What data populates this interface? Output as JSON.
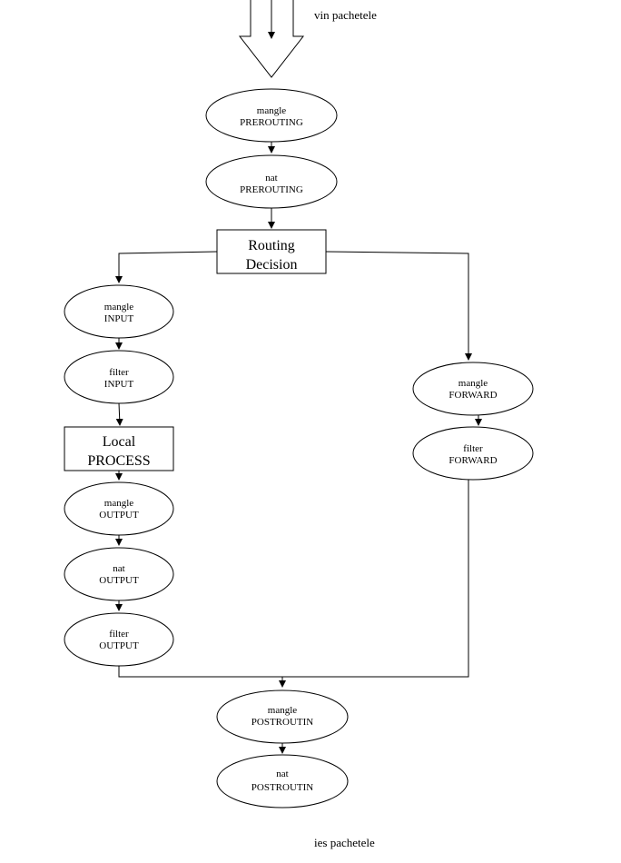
{
  "notes": {
    "top": "vin pachetele",
    "bottom": "ies pachetele"
  },
  "nodes": {
    "mangle_prerouting": {
      "table": "mangle",
      "chain": "PREROUTING"
    },
    "nat_prerouting": {
      "table": "nat",
      "chain": "PREROUTING"
    },
    "routing_decision": {
      "line1": "Routing",
      "line2": "Decision"
    },
    "mangle_input": {
      "table": "mangle",
      "chain": "INPUT"
    },
    "filter_input": {
      "table": "filter",
      "chain": "INPUT"
    },
    "local_process": {
      "line1": "Local",
      "line2": "PROCESS"
    },
    "mangle_output": {
      "table": "mangle",
      "chain": "OUTPUT"
    },
    "nat_output": {
      "table": "nat",
      "chain": "OUTPUT"
    },
    "filter_output": {
      "table": "filter",
      "chain": "OUTPUT"
    },
    "mangle_forward": {
      "table": "mangle",
      "chain": "FORWARD"
    },
    "filter_forward": {
      "table": "filter",
      "chain": "FORWARD"
    },
    "mangle_postrouting": {
      "table": "mangle",
      "chain": "POSTROUTIN"
    },
    "nat_postrouting": {
      "table": "nat",
      "chain": "POSTROUTIN"
    }
  }
}
